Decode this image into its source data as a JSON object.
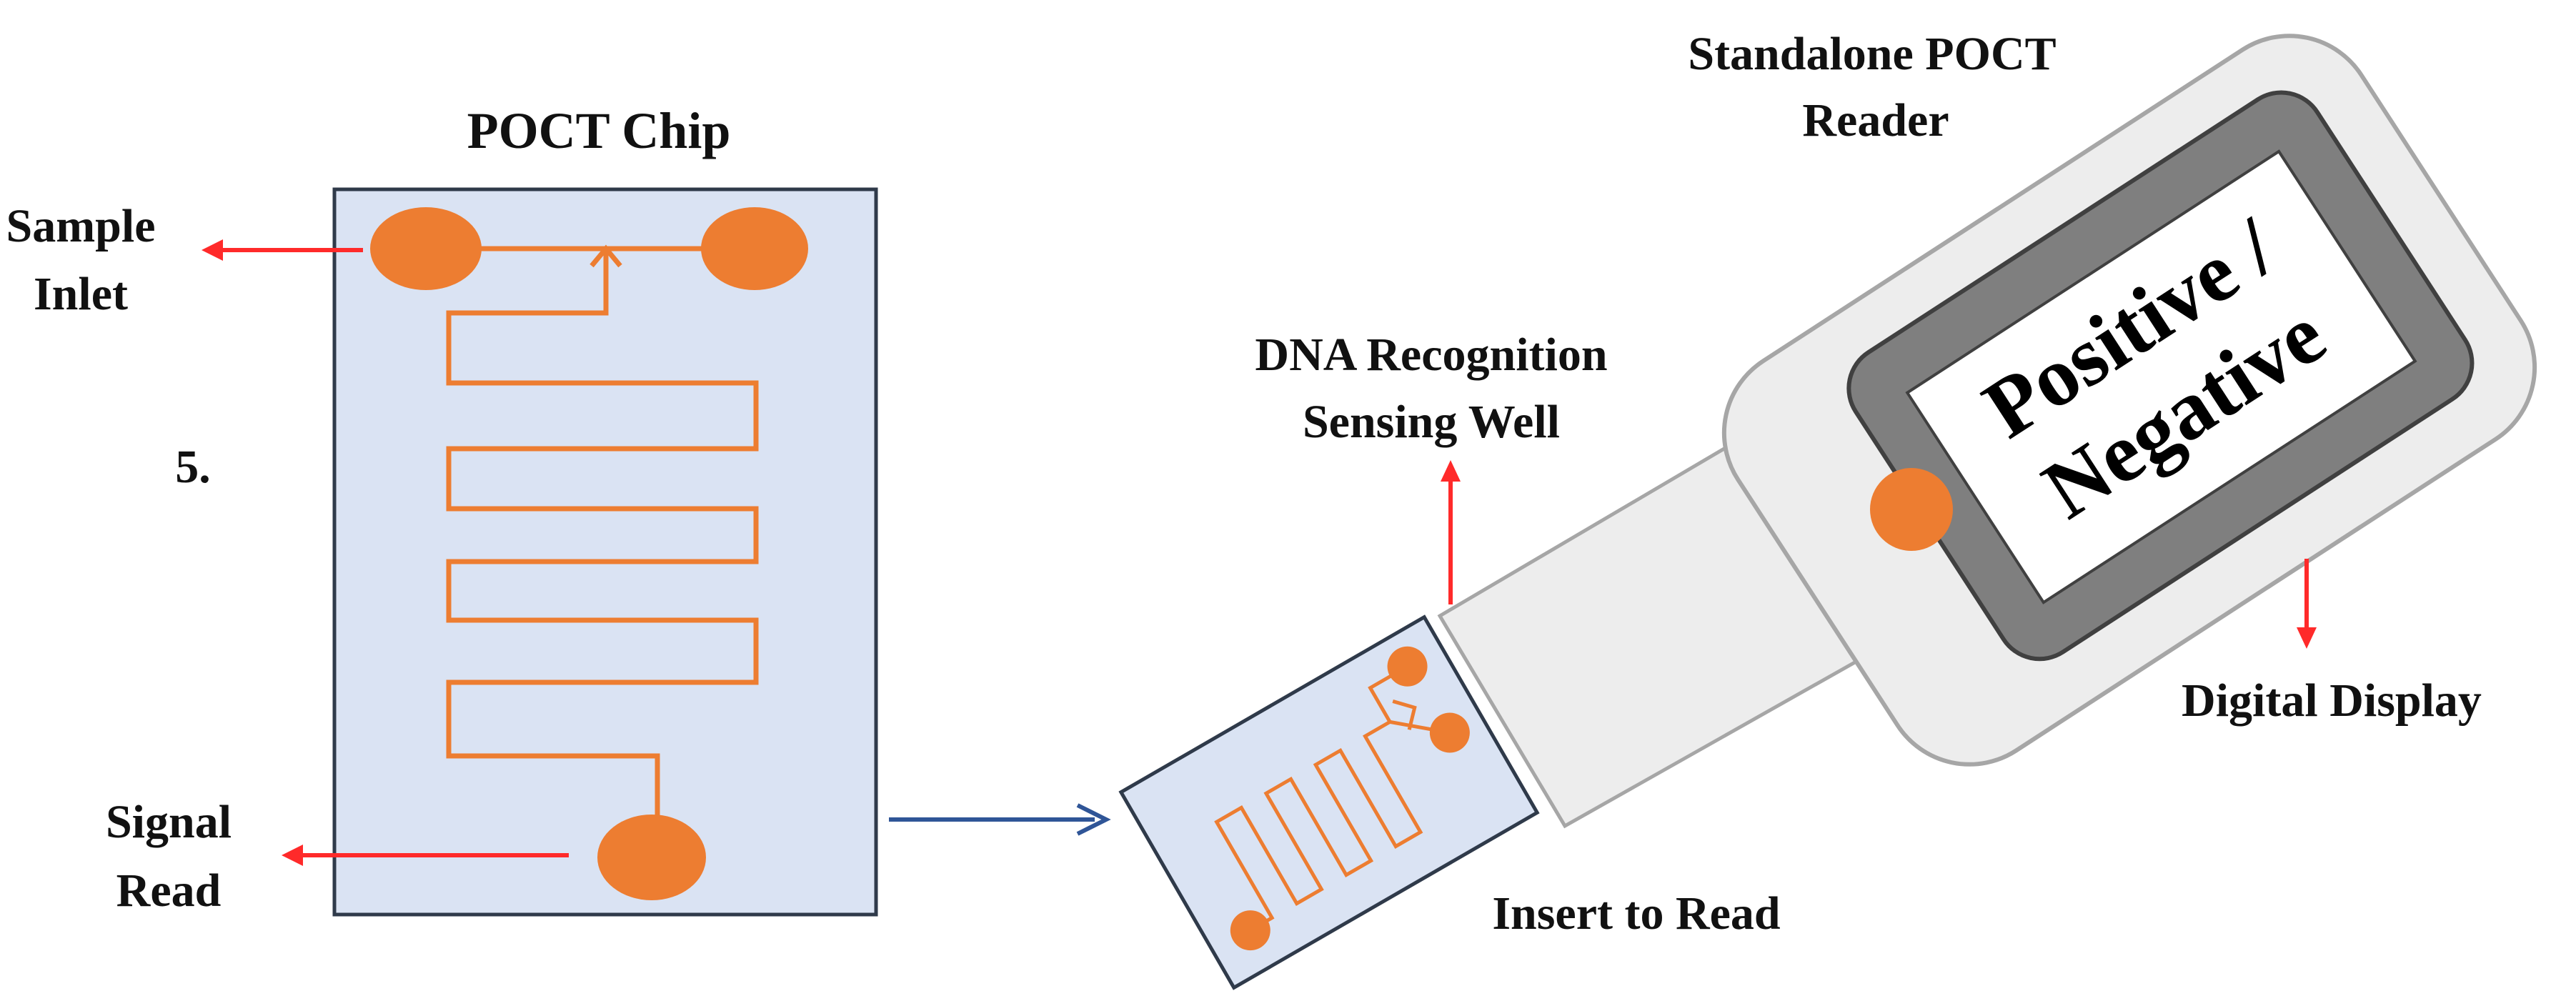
{
  "labels": {
    "poct_chip": "POCT Chip",
    "sample_inlet_line1": "Sample",
    "sample_inlet_line2": "Inlet",
    "panel_number": "5.",
    "signal_read_line1": "Signal",
    "signal_read_line2": "Read",
    "dna_recognition_line1": "DNA Recognition",
    "dna_recognition_line2": "Sensing Well",
    "insert_to_read": "Insert to Read",
    "reader_title_line1": "Standalone POCT",
    "reader_title_line2": "Reader",
    "digital_display": "Digital Display"
  },
  "display": {
    "line1": "Positive /",
    "line2": "Negative"
  },
  "colors": {
    "chip_fill": "#dae3f3",
    "chip_border": "#2f3a4a",
    "channel": "#ed7d31",
    "label_arrow": "#ff2a2a",
    "flow_arrow": "#2f5597",
    "reader_body": "#ededed",
    "reader_border": "#a6a6a6",
    "screen_bezel": "#7f7f7f",
    "screen": "#ffffff"
  }
}
